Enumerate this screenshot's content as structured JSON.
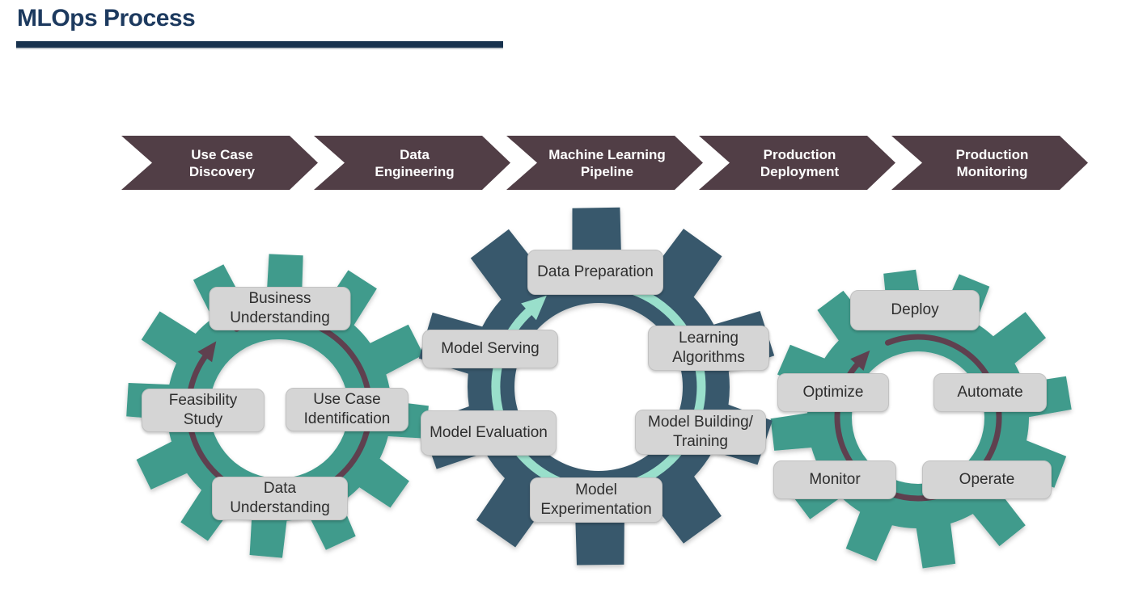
{
  "title": "MLOps Process",
  "phases": [
    {
      "id": "use-case-discovery",
      "line1": "Use Case",
      "line2": "Discovery"
    },
    {
      "id": "data-engineering",
      "line1": "Data",
      "line2": "Engineering"
    },
    {
      "id": "machine-learning-pipeline",
      "line1": "Machine Learning",
      "line2": "Pipeline"
    },
    {
      "id": "production-deployment",
      "line1": "Production",
      "line2": "Deployment"
    },
    {
      "id": "production-monitoring",
      "line1": "Production",
      "line2": "Monitoring"
    }
  ],
  "gears": [
    {
      "id": "gear-use-case-discovery",
      "steps": [
        {
          "id": "business-understanding",
          "label": "Business Understanding"
        },
        {
          "id": "feasibility-study",
          "label": "Feasibility Study"
        },
        {
          "id": "use-case-identification",
          "label": "Use Case Identification"
        },
        {
          "id": "data-understanding",
          "label": "Data Understanding"
        }
      ]
    },
    {
      "id": "gear-machine-learning-pipeline",
      "steps": [
        {
          "id": "data-preparation",
          "label": "Data Preparation"
        },
        {
          "id": "model-serving",
          "label": "Model Serving"
        },
        {
          "id": "learning-algorithms",
          "label": "Learning Algorithms"
        },
        {
          "id": "model-evaluation",
          "label": "Model Evaluation"
        },
        {
          "id": "model-building-training",
          "label": "Model Building/ Training"
        },
        {
          "id": "model-experimentation",
          "label": "Model Experimentation"
        }
      ]
    },
    {
      "id": "gear-production",
      "steps": [
        {
          "id": "deploy",
          "label": "Deploy"
        },
        {
          "id": "optimize",
          "label": "Optimize"
        },
        {
          "id": "automate",
          "label": "Automate"
        },
        {
          "id": "monitor",
          "label": "Monitor"
        },
        {
          "id": "operate",
          "label": "Operate"
        }
      ]
    }
  ],
  "colors": {
    "title_navy": "#1D3A5F",
    "underline_navy": "#17324E",
    "chevron_plum": "#513E46",
    "chevron_text": "#FFFFFF",
    "gear_teal": "#3F9B8C",
    "gear_slate": "#38596C",
    "arrow_maroon": "#5F4150",
    "arrow_mint": "#99DFCB",
    "step_bg": "#D5D5D5",
    "step_text": "#2E2E2E"
  }
}
